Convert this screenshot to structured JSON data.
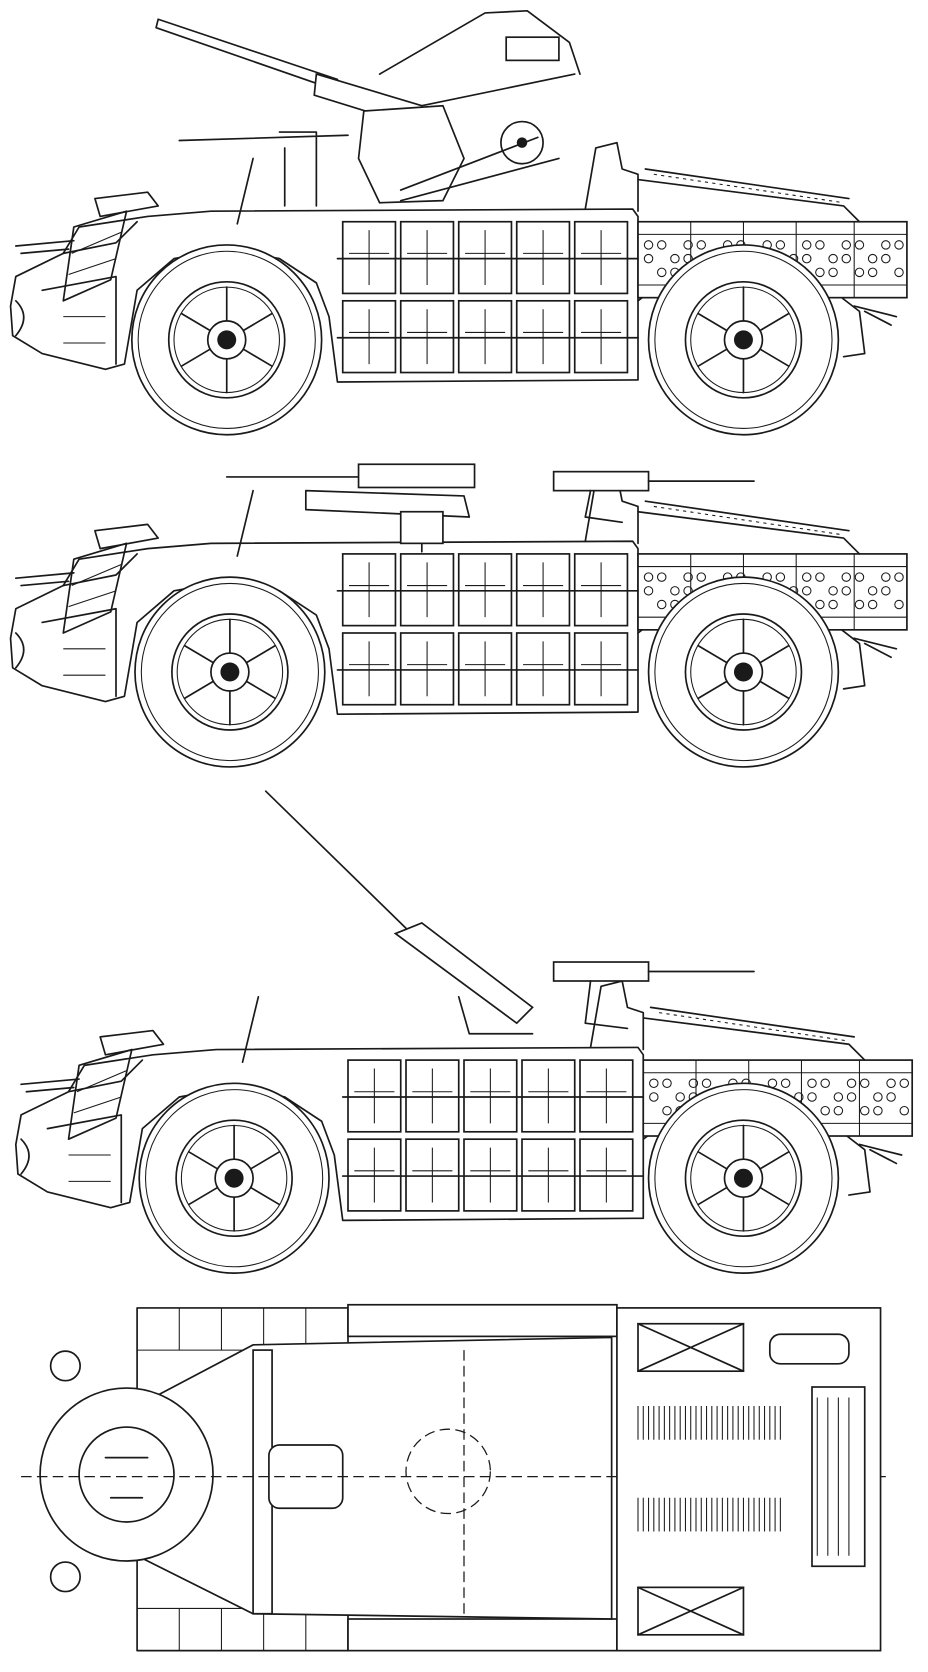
{
  "drawing": {
    "views": [
      "side-view-anti-aircraft-gun",
      "side-view-machine-guns",
      "side-view-anti-tank-rifle",
      "top-view"
    ],
    "jerrycan_columns": 5,
    "jerrycan_rows": 2
  },
  "colors": {
    "line": "#1a1a1a",
    "background": "#ffffff"
  }
}
